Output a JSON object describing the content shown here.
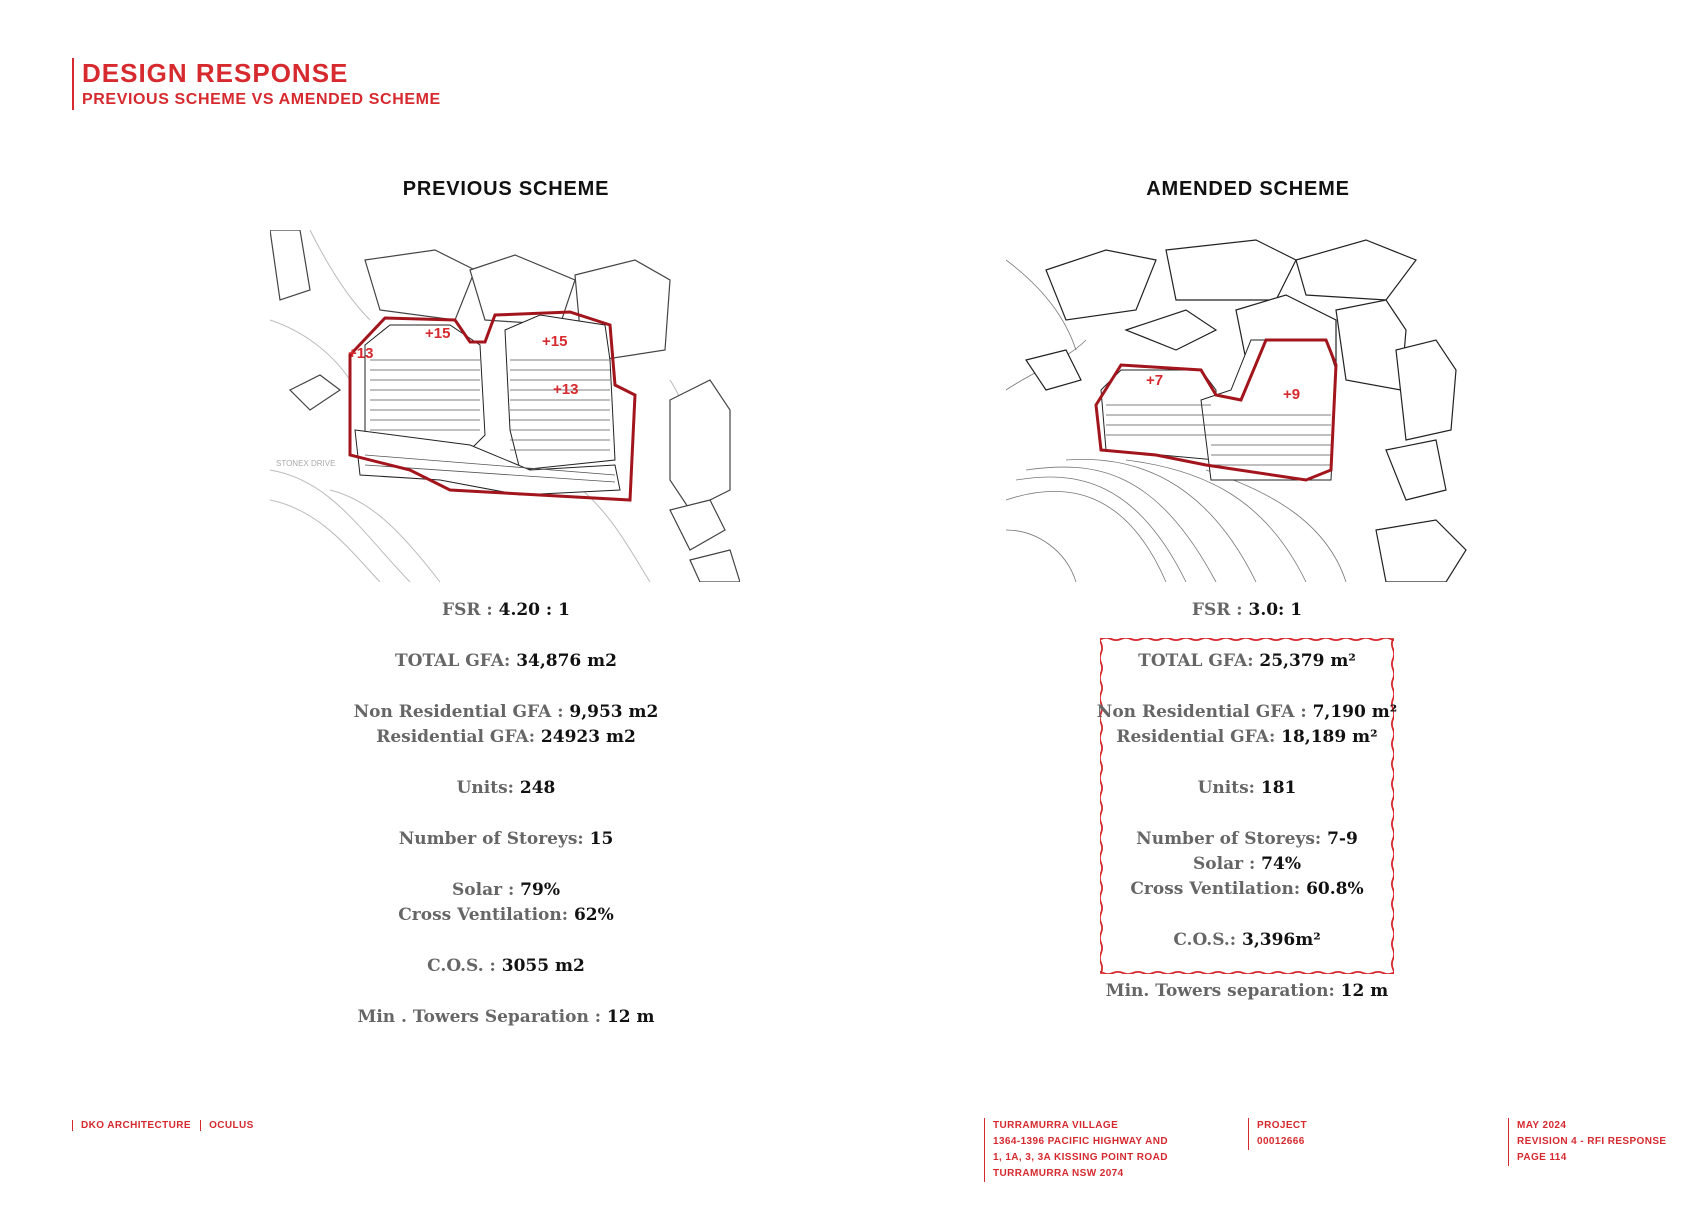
{
  "header": {
    "title": "DESIGN RESPONSE",
    "subtitle": "PREVIOUS SCHEME VS AMENDED SCHEME"
  },
  "previous": {
    "heading": "PREVIOUS SCHEME",
    "drawing_labels": [
      "+13",
      "+15",
      "+15",
      "+13"
    ],
    "street_label": "STONEX DRIVE",
    "stats": [
      {
        "label": "FSR : ",
        "value": "4.20 : 1"
      },
      {
        "label": "TOTAL GFA: ",
        "value": "34,876 m2"
      },
      {
        "label": "Non Residential GFA : ",
        "value": "9,953 m2"
      },
      {
        "label": "Residential GFA: ",
        "value": "24923 m2"
      },
      {
        "label": "Units: ",
        "value": "248"
      },
      {
        "label": "Number of Storeys: ",
        "value": "15"
      },
      {
        "label": "Solar : ",
        "value": "79%"
      },
      {
        "label": "Cross Ventilation: ",
        "value": "62%"
      },
      {
        "label": "C.O.S. : ",
        "value": "3055 m2"
      },
      {
        "label": "Min . Towers Separation : ",
        "value": "12 m"
      }
    ]
  },
  "amended": {
    "heading": "AMENDED SCHEME",
    "drawing_labels": [
      "+7",
      "+9"
    ],
    "stats": [
      {
        "label": "FSR : ",
        "value": "3.0: 1"
      },
      {
        "label": "TOTAL GFA: ",
        "value": "25,379 m²"
      },
      {
        "label": "Non Residential GFA : ",
        "value": "7,190 m²"
      },
      {
        "label": "Residential GFA: ",
        "value": "18,189 m²"
      },
      {
        "label": "Units: ",
        "value": "181"
      },
      {
        "label": "Number of Storeys: ",
        "value": "7-9"
      },
      {
        "label": "Solar : ",
        "value": "74%"
      },
      {
        "label": "Cross Ventilation: ",
        "value": "60.8%"
      },
      {
        "label": "C.O.S.: ",
        "value": "3,396m²"
      },
      {
        "label": "Min. Towers separation: ",
        "value": "12 m"
      }
    ]
  },
  "footer": {
    "firm1": "DKO ARCHITECTURE",
    "firm2": "OCULUS",
    "address": [
      "TURRAMURRA VILLAGE",
      "1364-1396 PACIFIC HIGHWAY AND",
      "1, 1A, 3, 3A KISSING POINT ROAD",
      "TURRAMURRA NSW 2074"
    ],
    "project_label": "PROJECT",
    "project_number": "00012666",
    "date": "MAY 2024",
    "revision": "REVISION 4 - RFI RESPONSE",
    "page": "PAGE 114"
  },
  "colors": {
    "accent": "#d62a2f",
    "text_dark": "#111111",
    "label_gray": "#666666"
  }
}
